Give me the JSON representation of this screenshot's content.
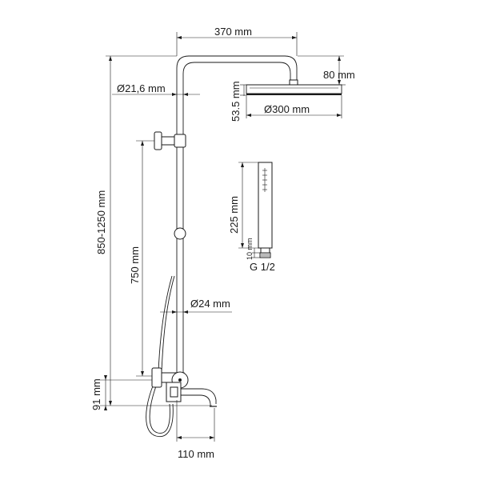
{
  "dimensions": {
    "top_width": "370 mm",
    "head_height": "80 mm",
    "pipe_diameter_upper": "Ø21,6 mm",
    "head_thickness": "53.5 mm",
    "head_diameter": "Ø300 mm",
    "total_height": "850-1250 mm",
    "holder_range": "750 mm",
    "pipe_diameter_lower": "Ø24 mm",
    "handshower_length": "225 mm",
    "handshower_connector": "10 mm",
    "thread": "G 1/2",
    "spout_height": "91 mm",
    "spout_reach": "110 mm"
  }
}
